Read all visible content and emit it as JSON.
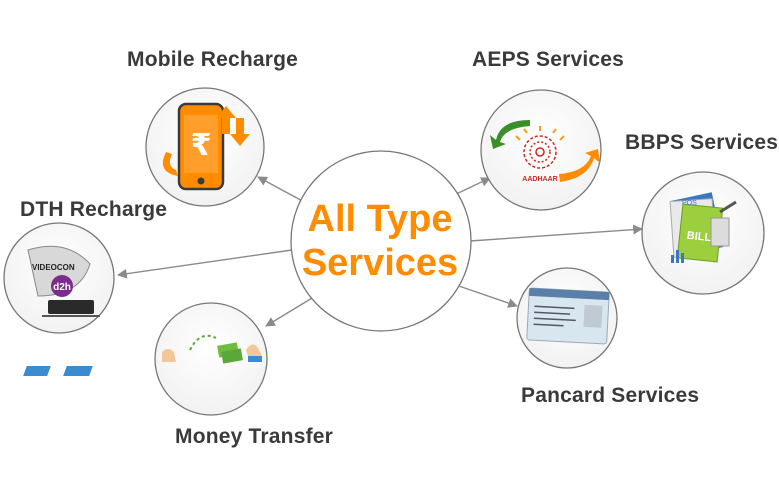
{
  "center": {
    "line1": "All Type",
    "line2": "Services"
  },
  "services": {
    "mobile": "Mobile Recharge",
    "aeps": "AEPS Services",
    "bbps": "BBPS Services",
    "dth": "DTH Recharge",
    "pancard": "Pancard Services",
    "money": "Money Transfer"
  },
  "icon_text": {
    "rupee": "₹",
    "aadhaar": "AADHAAR",
    "bills": "BILLS",
    "pos": "POS",
    "videocon": "VIDEOCON",
    "d2h": "d2h"
  },
  "colors": {
    "accent": "#ff8c00",
    "line": "#8a8a8a",
    "circle_border": "#777777",
    "label": "#3a3a3a"
  }
}
